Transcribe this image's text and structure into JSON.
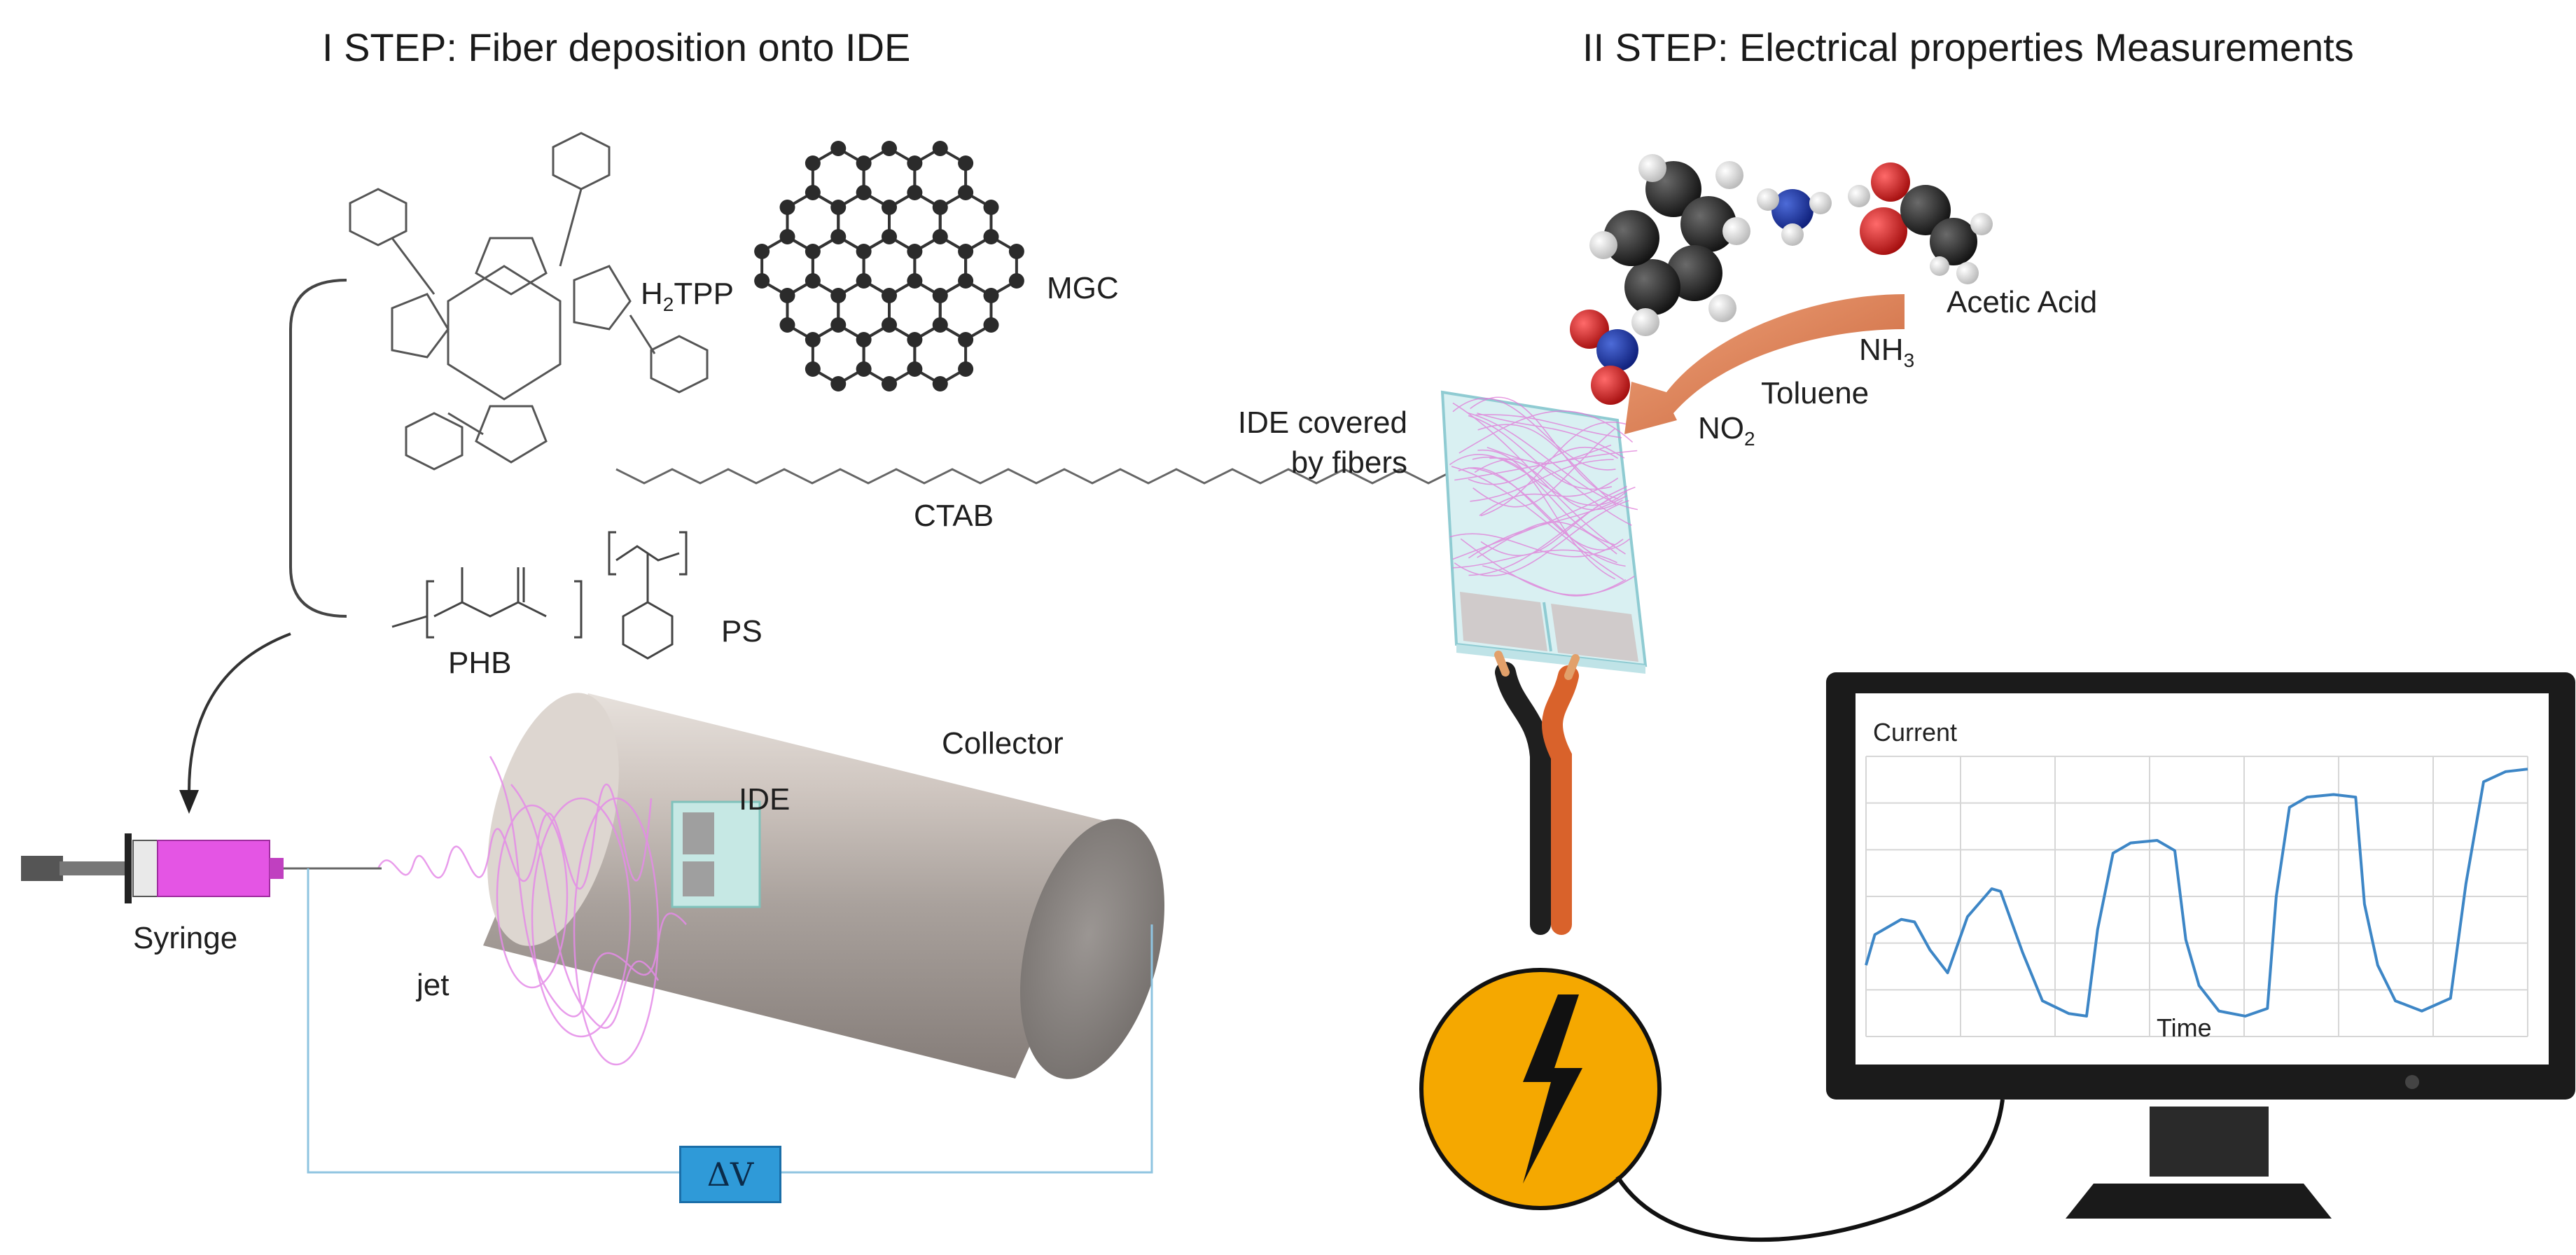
{
  "step1": {
    "title": "I STEP: Fiber deposition onto IDE"
  },
  "step2": {
    "title": "II STEP: Electrical properties Measurements"
  },
  "molecules": {
    "h2tpp": {
      "base": "H",
      "sub": "2",
      "rest": "TPP"
    },
    "mgc": "MGC",
    "ctab": "CTAB",
    "phb": "PHB",
    "ps": "PS"
  },
  "setup": {
    "collector": "Collector",
    "ide": "IDE",
    "syringe": "Syringe",
    "jet": "jet",
    "voltage": "ΔV"
  },
  "gases": {
    "acetic_acid": "Acetic Acid",
    "nh3": {
      "base": "NH",
      "sub": "3"
    },
    "toluene": "Toluene",
    "no2": {
      "base": "NO",
      "sub": "2"
    }
  },
  "sensor": {
    "label_line1": "IDE covered",
    "label_line2": "by fibers"
  },
  "chart_data": {
    "type": "line",
    "ylabel": "Current",
    "xlabel": "Time",
    "x": [
      0,
      4,
      12,
      16,
      22,
      29,
      37,
      46,
      54,
      57,
      61,
      71,
      80,
      92,
      100,
      105,
      112,
      120,
      132,
      140,
      145,
      151,
      160,
      172,
      182,
      186,
      192,
      200,
      212,
      222,
      226,
      232,
      240,
      252,
      265,
      272,
      280,
      290,
      300
    ],
    "series": [
      {
        "values": [
          0.28,
          0.4,
          0.44,
          0.46,
          0.45,
          0.34,
          0.25,
          0.47,
          0.55,
          0.58,
          0.57,
          0.33,
          0.14,
          0.09,
          0.08,
          0.42,
          0.72,
          0.76,
          0.77,
          0.73,
          0.38,
          0.2,
          0.1,
          0.08,
          0.11,
          0.55,
          0.9,
          0.94,
          0.95,
          0.94,
          0.52,
          0.28,
          0.14,
          0.1,
          0.15,
          0.6,
          1.0,
          1.04,
          1.05
        ]
      }
    ]
  },
  "colors": {
    "syringe": "#e455e4",
    "fiber": "#e58be8",
    "source": "#f5a800",
    "wire_copper": "#d9622b",
    "trace": "#3d86c6",
    "arrow": "#e0895a"
  }
}
